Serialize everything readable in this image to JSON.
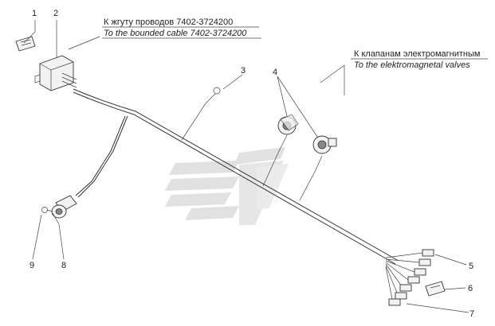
{
  "captions": {
    "harness_ru": "К жгуту проводов 7402-3724200",
    "harness_en": "To the bounded cable 7402-3724200",
    "valves_ru": "К клапанам электромагнитным",
    "valves_en": "To the elektromagnetal valves"
  },
  "callouts": {
    "c1": "1",
    "c2": "2",
    "c3": "3",
    "c4": "4",
    "c5": "5",
    "c6": "6",
    "c7": "7",
    "c8": "8",
    "c9": "9"
  },
  "colors": {
    "line": "#333333",
    "watermark": "#c8c8c8"
  }
}
